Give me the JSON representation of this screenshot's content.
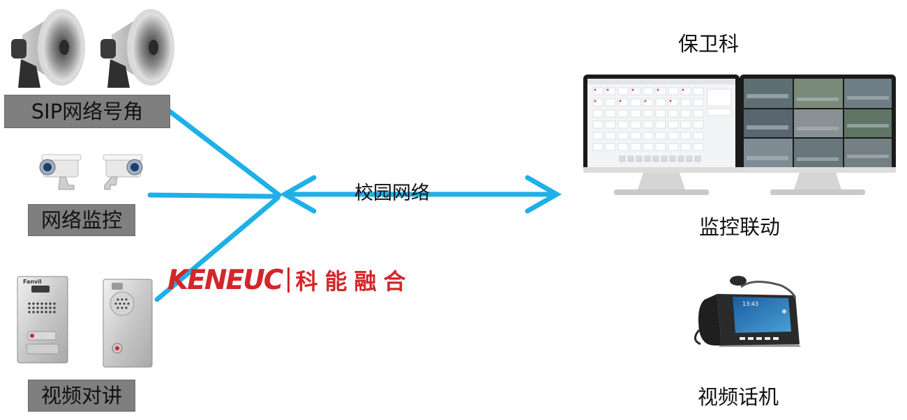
{
  "left_devices": {
    "horn_label": "SIP网络号角",
    "camera_label": "网络监控",
    "intercom_label": "视频对讲",
    "intercom_brand": "Fanvil"
  },
  "network": {
    "label": "校园网络"
  },
  "logo": {
    "brand_en": "KENEUC",
    "brand_cn": "科能融合",
    "color": "#d3262b"
  },
  "right_side": {
    "dept_label": "保卫科",
    "monitor_label": "监控联动",
    "phone_label": "视频话机",
    "phone_time": "13:43"
  },
  "colors": {
    "line": "#1fb0e8",
    "label_bg": "#7f7f7f"
  }
}
